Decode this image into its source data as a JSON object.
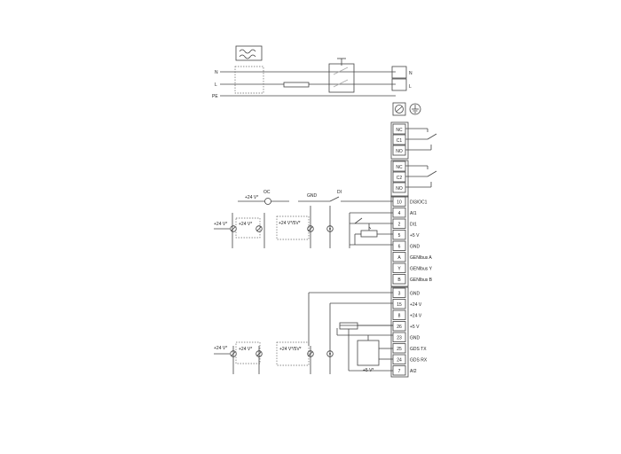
{
  "mains": {
    "inputs": [
      "N",
      "L",
      "PE"
    ],
    "outputs": [
      "N",
      "L"
    ]
  },
  "relay1": [
    "NC",
    "C1",
    "NO"
  ],
  "relay2": [
    "NC",
    "C2",
    "NO"
  ],
  "signal_terminals": [
    {
      "num": "10",
      "label": "DI3/OC1"
    },
    {
      "num": "4",
      "label": "AI1"
    },
    {
      "num": "2",
      "label": "DI1"
    },
    {
      "num": "5",
      "label": "+5 V"
    },
    {
      "num": "6",
      "label": "GND"
    },
    {
      "num": "A",
      "label": "GENIbus A"
    },
    {
      "num": "Y",
      "label": "GENIbus Y"
    },
    {
      "num": "B",
      "label": "GENIbus B"
    }
  ],
  "bottom_terminals": [
    {
      "num": "3",
      "label": "GND"
    },
    {
      "num": "15",
      "label": "+24 V"
    },
    {
      "num": "8",
      "label": "+24 V"
    },
    {
      "num": "26",
      "label": "+5 V"
    },
    {
      "num": "23",
      "label": "GND"
    },
    {
      "num": "25",
      "label": "GDS TX"
    },
    {
      "num": "24",
      "label": "GDS RX"
    },
    {
      "num": "7",
      "label": "AI2"
    }
  ],
  "top_circuit_labels": {
    "oc_supply": "+24 V*",
    "oc": "OC",
    "gnd": "GND",
    "di": "DI",
    "src_a": "+24 V*",
    "src_b": "+24 V*",
    "src_c": "+24 V*/5V*"
  },
  "bottom_circuit_labels": {
    "src_a": "+24 V*",
    "src_b": "+24 V*",
    "src_c": "+24 V*/5V*",
    "sensor_supply": "+5 V*"
  }
}
